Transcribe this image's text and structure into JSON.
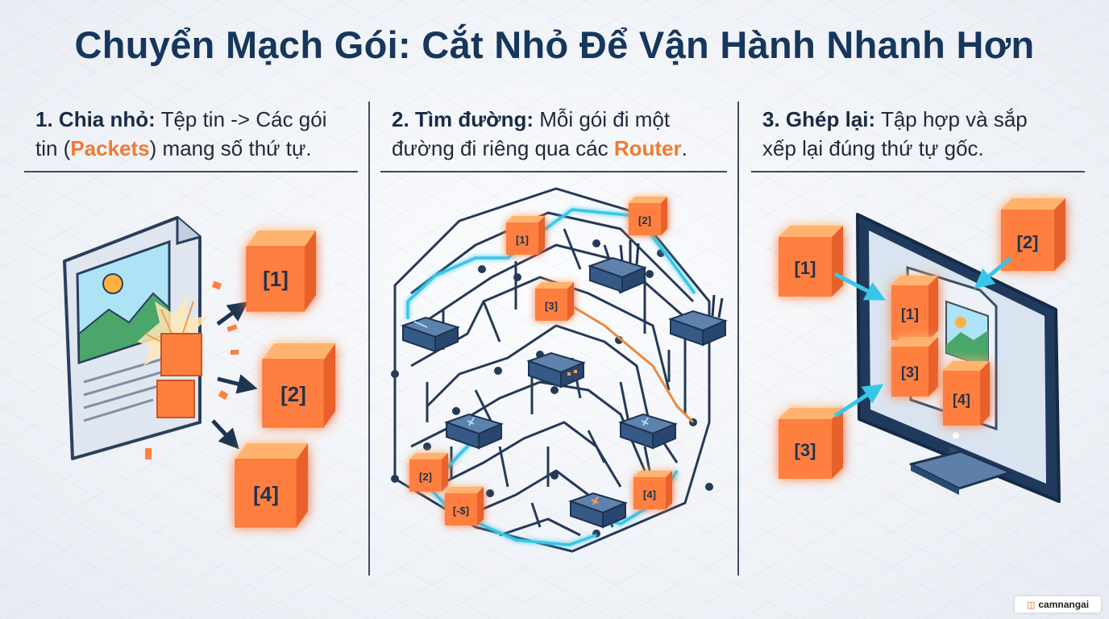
{
  "title": "Chuyển Mạch Gói: Cắt Nhỏ Để Vận Hành Nhanh Hơn",
  "steps": [
    {
      "heading": {
        "num": "1.",
        "bold": "Chia nhỏ:",
        "line1": "Tệp tin -> Các gói",
        "pre": "tin (",
        "highlight": "Packets",
        "post": ") mang số thứ tự."
      },
      "packets": [
        "[1]",
        "[2]",
        "[4]"
      ]
    },
    {
      "heading": {
        "num": "2.",
        "bold": "Tìm đường:",
        "line1": "Mỗi gói đi một",
        "pre": "đường đi riêng qua các ",
        "highlight": "Router",
        "post": "."
      },
      "packets": [
        "[1]",
        "[2]",
        "[3]",
        "[2]",
        "[-$]",
        "[4]"
      ]
    },
    {
      "heading": {
        "num": "3.",
        "bold": "Ghép lại:",
        "line1": "Tập hợp và sắp",
        "line2": "xếp lại đúng thứ tự gốc."
      },
      "incoming": [
        "[1]",
        "[2]",
        "[3]"
      ],
      "assembled": [
        "[1]",
        "[3]",
        "[4]"
      ]
    }
  ],
  "badge": {
    "icon": "book-icon",
    "text": "camnangai"
  },
  "colors": {
    "title": "#16365c",
    "accent": "#f07a34",
    "packet": "#ff7f3f",
    "flow": "#38c6e8"
  }
}
